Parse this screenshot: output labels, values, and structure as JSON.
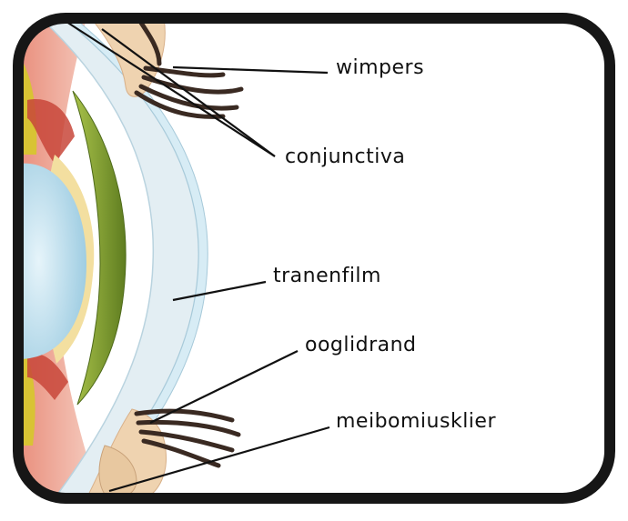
{
  "labels": {
    "wimpers": "wimpers",
    "conjunctiva": "conjunctiva",
    "tranenfilm": "tranenfilm",
    "ooglidrand": "ooglidrand",
    "meibomiusklier": "meibomiusklier"
  },
  "colors": {
    "frame": "#161616",
    "leader": "#111111",
    "cornea_blue": "#bfe0ee",
    "tear_film": "#dbeef6",
    "sclera": "#e9f0f3",
    "lid_pink": "#f0b8a8",
    "lid_red": "#c8463a",
    "iris_green": "#8ea83a",
    "iris_dark": "#5e7a22",
    "lens_yellow": "#f3dfa0",
    "lash": "#3a2a22",
    "skin": "#efd3b0",
    "yellow_tissue": "#d8c334"
  }
}
